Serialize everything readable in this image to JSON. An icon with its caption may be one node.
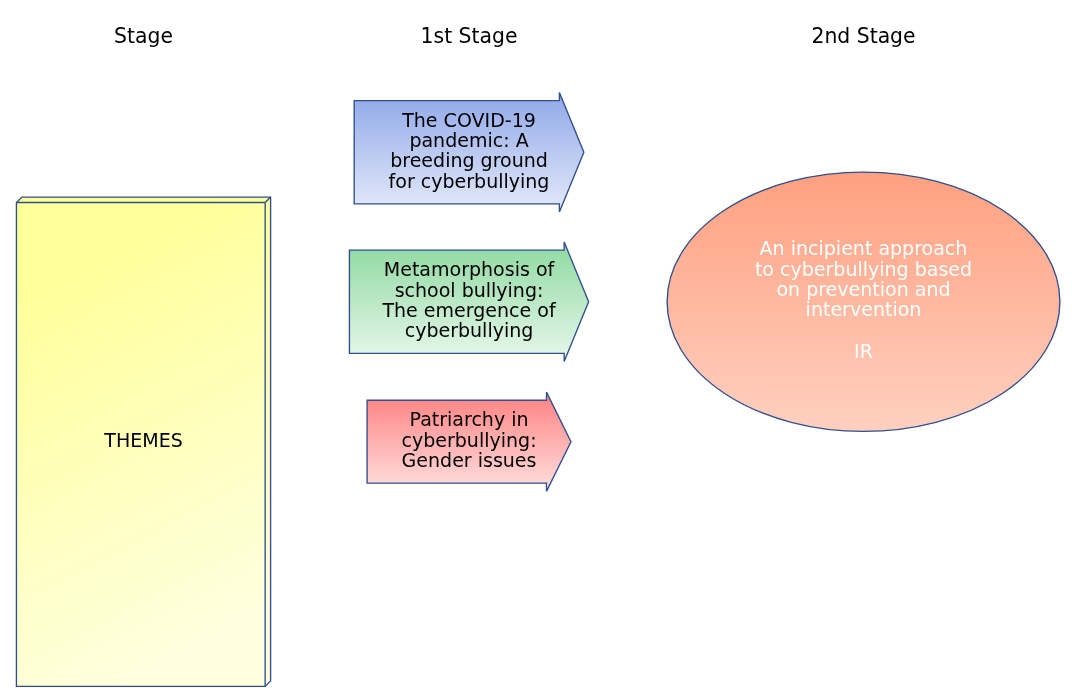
{
  "diagram": {
    "nodes": [
      {
        "text": [
          "THEMES"
        ]
      },
      {
        "text": [
          "Metamorphosis of school bullying: The emergence of cyberbullying"
        ]
      },
      {
        "text": [
          "Patriarchy in cyberbullying: Gender issues"
        ]
      },
      {
        "text": [
          "The COVID-19 pandemic: A breeding ground for cyberbullying"
        ]
      },
      {
        "text": [
          "An incipient approach to cyberbullying based on prevention and intervention",
          "IR"
        ]
      }
    ],
    "labels": [
      "Stage",
      "1st Stage",
      "2nd Stage"
    ]
  }
}
